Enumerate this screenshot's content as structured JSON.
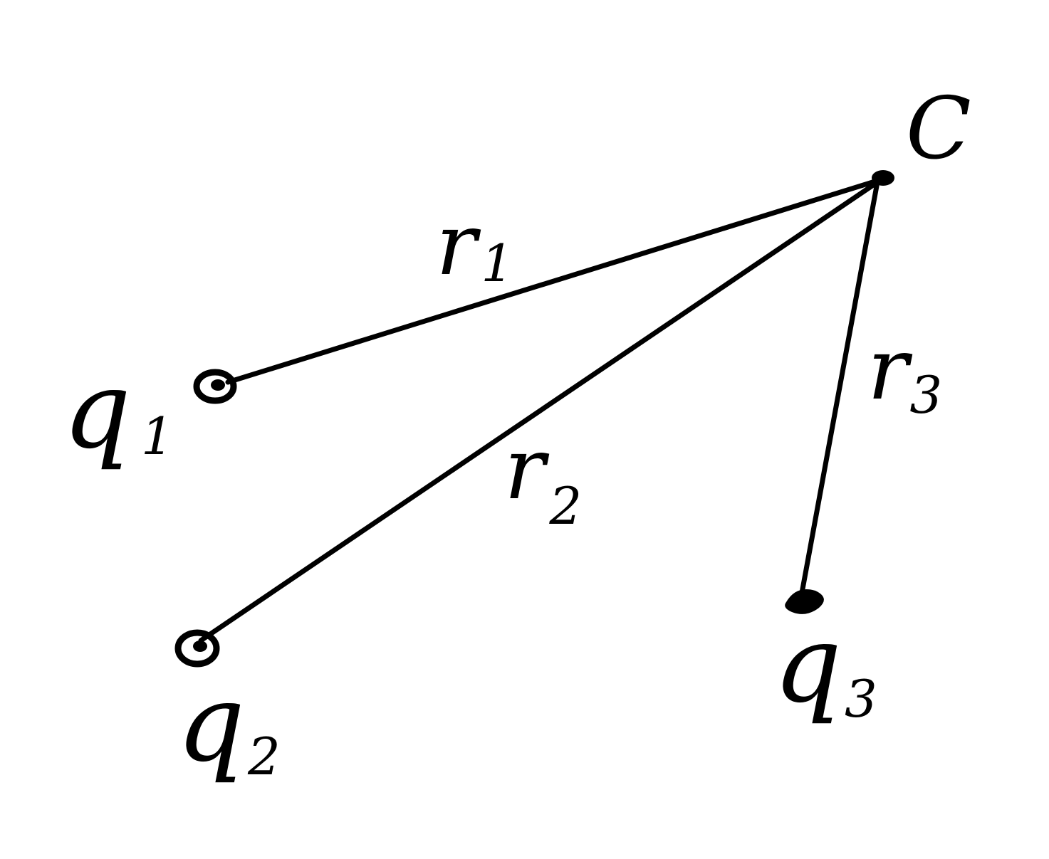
{
  "diagram": {
    "point": {
      "label": "C"
    },
    "charges": [
      {
        "id": "q1",
        "letter": "q",
        "sub": "1"
      },
      {
        "id": "q2",
        "letter": "q",
        "sub": "2"
      },
      {
        "id": "q3",
        "letter": "q",
        "sub": "3"
      }
    ],
    "distances": [
      {
        "id": "r1",
        "letter": "r",
        "sub": "1"
      },
      {
        "id": "r2",
        "letter": "r",
        "sub": "2"
      },
      {
        "id": "r3",
        "letter": "r",
        "sub": "3"
      }
    ],
    "colors": {
      "ink": "#000000",
      "background": "#ffffff"
    }
  }
}
